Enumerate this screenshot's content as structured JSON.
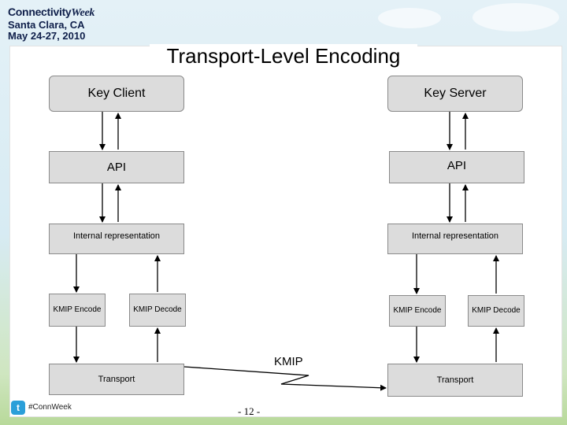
{
  "branding": {
    "brand_prefix": "Connectivity",
    "brand_suffix": "Week",
    "location": "Santa Clara, CA",
    "dates": "May 24-27, 2010",
    "twitter_handle": "#ConnWeek"
  },
  "title": "Transport-Level Encoding",
  "client_side": {
    "key_client": "Key Client",
    "api": "API",
    "internal": "Internal representation",
    "encode": "KMIP Encode",
    "decode": "KMIP Decode",
    "transport": "Transport"
  },
  "server_side": {
    "key_server": "Key Server",
    "api": "API",
    "internal": "Internal representation",
    "encode": "KMIP Encode",
    "decode": "KMIP Decode",
    "transport": "Transport"
  },
  "link_label": "KMIP",
  "page_number": "- 12 -",
  "colors": {
    "box_fill": "#dcdcdc",
    "box_border": "#8a8a8a",
    "brand": "#0f1f4a",
    "twitter": "#2b9fd9"
  }
}
